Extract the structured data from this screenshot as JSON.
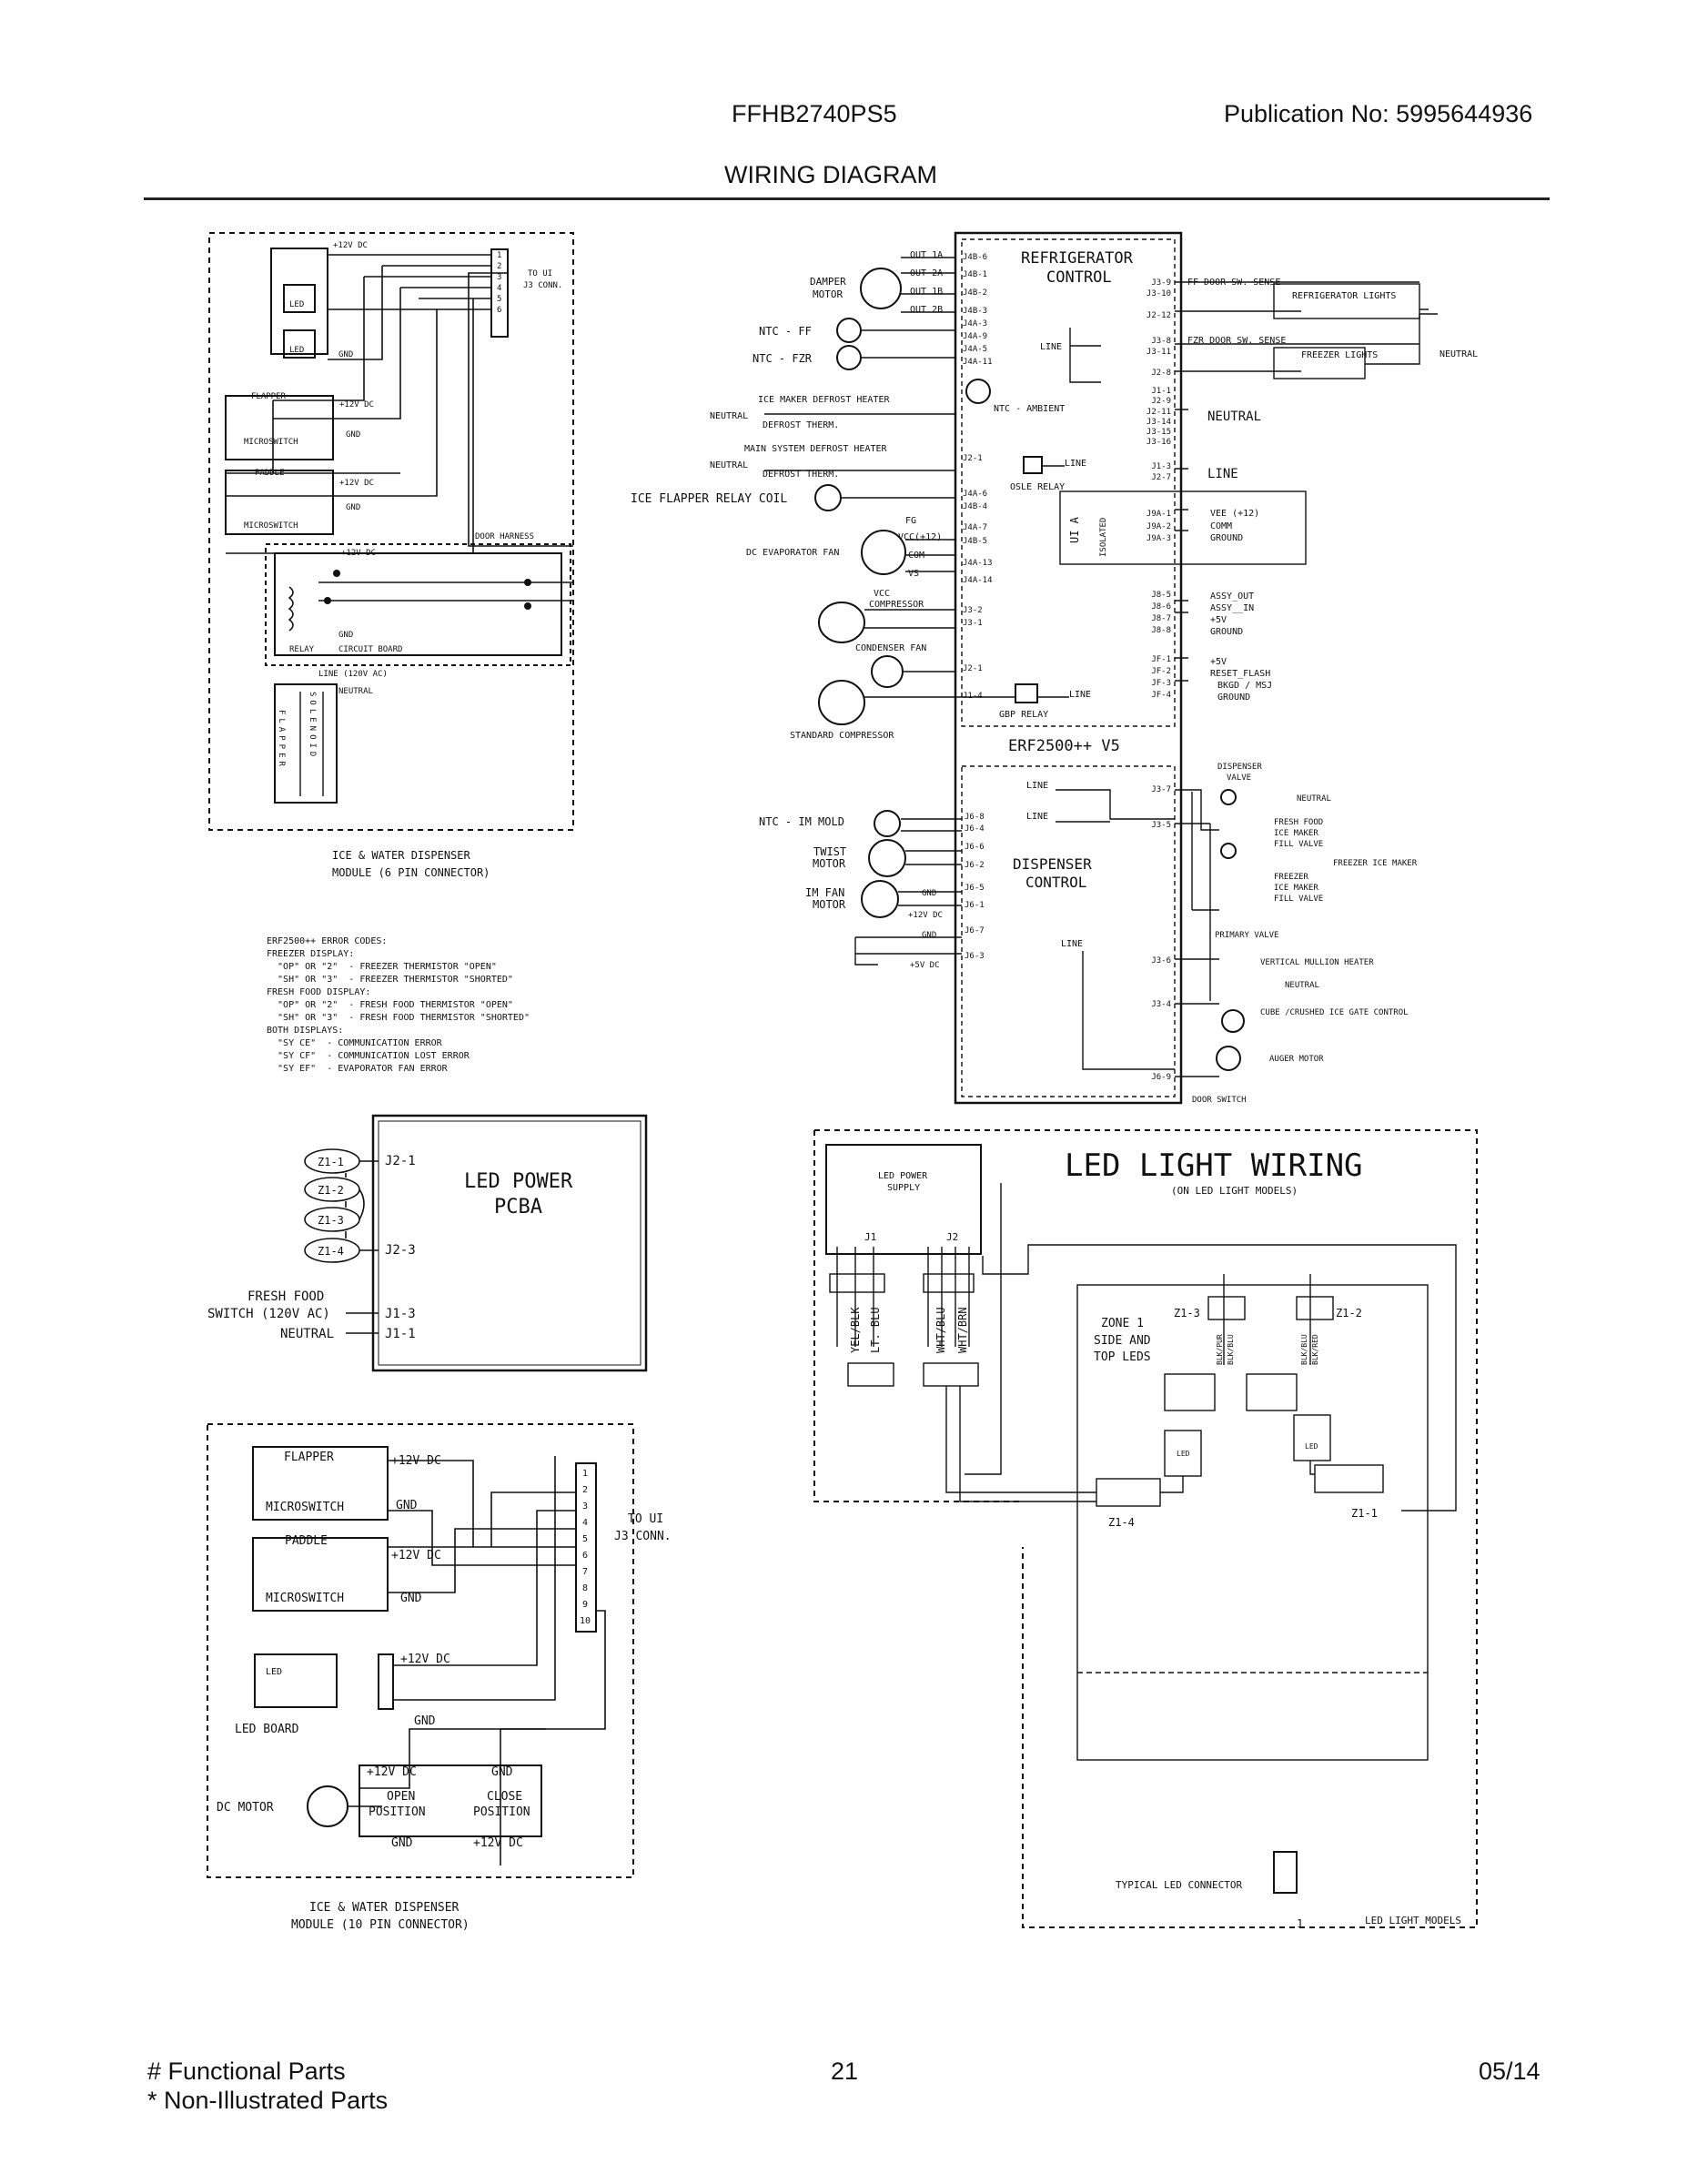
{
  "header": {
    "model": "FFHB2740PS5",
    "publication": "Publication No:  5995644936",
    "title": "WIRING DIAGRAM"
  },
  "footer": {
    "functional": "# Functional Parts",
    "non_illustrated": "* Non-Illustrated Parts",
    "page": "21",
    "date": "05/14"
  },
  "refrigerator_control": {
    "title1": "REFRIGERATOR",
    "title2": "CONTROL",
    "board": "ERF2500++ V5",
    "left_pins": [
      "J4B-6",
      "J4B-1",
      "J4B-2",
      "J4B-3",
      "J4A-3",
      "J4A-9",
      "J4A-5",
      "J4A-11",
      "J2-1",
      "J4A-6",
      "J4B-4",
      "J4A-7",
      "J4B-5",
      "J4A-13",
      "J4A-14",
      "J3-2",
      "J3-1",
      "J2-1",
      "J1-4"
    ],
    "right_pins": [
      "J3-9",
      "J3-10",
      "J2-12",
      "J3-8",
      "J3-11",
      "J2-8",
      "J1-1",
      "J2-9",
      "J2-11",
      "J3-14",
      "J3-15",
      "J3-16",
      "J1-3",
      "J2-7",
      "J9A-1",
      "J9A-2",
      "J9A-3",
      "J8-5",
      "J8-6",
      "J8-7",
      "J8-8",
      "JF-1",
      "JF-2",
      "JF-3",
      "JF-4"
    ],
    "labels": {
      "damper": "DAMPER",
      "motor": "MOTOR",
      "out1a": "OUT 1A",
      "out2a": "OUT 2A",
      "out1b": "OUT 1B",
      "out2b": "OUT 2B",
      "ntc_ff": "NTC  - FF",
      "ntc_fzr": "NTC  - FZR",
      "ntc_ambient": "NTC  - AMBIENT",
      "line": "LINE",
      "ice_maker_heater": "ICE MAKER DEFROST HEATER",
      "neutral": "NEUTRAL",
      "defrost_therm": "DEFROST THERM.",
      "main_heater": "MAIN SYSTEM DEFROST HEATER",
      "osle_relay": "OSLE RELAY",
      "flapper_relay": "ICE FLAPPER RELAY COIL",
      "dc_evap_fan": "DC EVAPORATOR FAN",
      "fg": "FG",
      "vcc12": "VCC(+12)",
      "com": "COM",
      "vs": "VS",
      "vcc_comp1": "VCC",
      "vcc_comp2": "COMPRESSOR",
      "condenser_fan": "CONDENSER FAN",
      "std_comp": "STANDARD COMPRESSOR",
      "gbp_relay": "GBP RELAY",
      "ff_door": "FF DOOR SW. SENSE",
      "fzr_door": "FZR DOOR SW. SENSE",
      "ref_lights": "REFRIGERATOR LIGHTS",
      "frz_lights": "FREEZER LIGHTS",
      "neutral2": "NEUTRAL",
      "neutral_big": "NEUTRAL",
      "line_big": "LINE",
      "uta": "UI A",
      "isolated": "ISOLATED",
      "vee": "VEE (+12)",
      "comm": "COMM",
      "ground": "GROUND",
      "assy_out": "ASSY_OUT",
      "assy_in": "ASSY__IN",
      "v5": "+5V",
      "ground2": "GROUND",
      "v5b": "+5V",
      "reset": "RESET_FLASH",
      "bkgd": "BKGD / MSJ",
      "ground3": "GROUND"
    }
  },
  "dispenser_control": {
    "title1": "DISPENSER",
    "title2": "CONTROL",
    "left_pins": [
      "J6-8",
      "J6-4",
      "J6-6",
      "J6-2",
      "J6-5",
      "J6-1",
      "J6-7",
      "J6-3"
    ],
    "right_pins": [
      "J3-7",
      "J3-5",
      "J3-6",
      "J3-4",
      "J6-9"
    ],
    "labels": {
      "ntc_im": "NTC - IM MOLD",
      "twist": "TWIST",
      "motor": "MOTOR",
      "im_fan": "IM FAN",
      "motor2": "MOTOR",
      "gnd": "GND",
      "v12": "+12V DC",
      "gnd2": "GND",
      "v5": "+5V DC",
      "line": "LINE",
      "disp_valve1": "DISPENSER",
      "disp_valve2": "VALVE",
      "neutral": "NEUTRAL",
      "ff_fill1": "FRESH FOOD",
      "ff_fill2": "ICE MAKER",
      "ff_fill3": "FILL VALVE",
      "frz_ice_maker": "FREEZER ICE MAKER",
      "frz_fill1": "FREEZER",
      "frz_fill2": "ICE MAKER",
      "frz_fill3": "FILL VALVE",
      "primary": "PRIMARY VALVE",
      "mullion": "VERTICAL MULLION HEATER",
      "neutral2": "NEUTRAL",
      "cube": "CUBE /CRUSHED ICE GATE CONTROL",
      "auger": "AUGER MOTOR",
      "door_switch": "DOOR SWITCH"
    }
  },
  "module6": {
    "title1": "ICE & WATER DISPENSER",
    "title2": "MODULE (6 PIN CONNECTOR)",
    "v12": "+12V DC",
    "to_ui": "TO UI",
    "j3conn": "J3 CONN.",
    "led": "LED",
    "gnd": "GND",
    "flapper": "FLAPPER",
    "microswitch": "MICROSWITCH",
    "paddle": "PADDLE",
    "door_harness": "DOOR HARNESS",
    "relay": "RELAY",
    "circuit_board": "CIRCUIT BOARD",
    "line120": "LINE (120V AC)",
    "neutral": "NEUTRAL",
    "flapper_v": "FLAPPER",
    "solenoid_v": "SOLENOID",
    "pins": [
      "1",
      "2",
      "3",
      "4",
      "5",
      "6"
    ]
  },
  "error_codes": [
    "ERF2500++ ERROR CODES:",
    "FREEZER DISPLAY:",
    "  \"OP\" OR \"2\"  - FREEZER THERMISTOR \"OPEN\"",
    "  \"SH\" OR \"3\"  - FREEZER THERMISTOR \"SHORTED\"",
    "FRESH FOOD DISPLAY:",
    "  \"OP\" OR \"2\"  - FRESH FOOD THERMISTOR \"OPEN\"",
    "  \"SH\" OR \"3\"  - FRESH FOOD THERMISTOR \"SHORTED\"",
    "BOTH DISPLAYS:",
    "  \"SY CE\"  - COMMUNICATION ERROR",
    "  \"SY CF\"  - COMMUNICATION LOST ERROR",
    "  \"SY EF\"  - EVAPORATOR FAN ERROR"
  ],
  "led_pcba": {
    "title1": "LED POWER",
    "title2": "PCBA",
    "zones": [
      "Z1-1",
      "Z1-2",
      "Z1-3",
      "Z1-4"
    ],
    "j21": "J2-1",
    "j23": "J2-3",
    "j13": "J1-3",
    "j11": "J1-1",
    "ff_switch1": "FRESH FOOD",
    "ff_switch2": "SWITCH (120V AC)",
    "neutral": "NEUTRAL"
  },
  "module10": {
    "title1": "ICE & WATER DISPENSER",
    "title2": "MODULE (10 PIN CONNECTOR)",
    "flapper": "FLAPPER",
    "microswitch": "MICROSWITCH",
    "paddle": "PADDLE",
    "microswitch2": "MICROSWITCH",
    "v12": "+12V DC",
    "gnd": "GND",
    "v12b": "+12V DC",
    "gnd2": "GND",
    "to_ui": "TO UI",
    "j3conn": "J3 CONN.",
    "led": "LED",
    "led_board": "LED BOARD",
    "v12c": "+12V DC",
    "gnd3": "GND",
    "dc_motor": "DC MOTOR",
    "v12d": "+12V DC",
    "gnd4": "GND",
    "open1": "OPEN",
    "open2": "POSITION",
    "close1": "CLOSE",
    "close2": "POSITION",
    "gnd5": "GND",
    "v12e": "+12V DC",
    "pins": [
      "1",
      "2",
      "3",
      "4",
      "5",
      "6",
      "7",
      "8",
      "9",
      "10"
    ]
  },
  "led_wiring": {
    "title": "LED LIGHT WIRING",
    "subtitle": "(ON LED LIGHT MODELS)",
    "supply1": "LED POWER",
    "supply2": "SUPPLY",
    "j1": "J1",
    "j2": "J2",
    "yel": "YEL/BLK",
    "ltblu": "LT. BLU",
    "wht_blu": "WHT/BLU",
    "wht_brn": "WHT/BRN",
    "zone1": "ZONE 1",
    "side1": "SIDE AND",
    "side2": "TOP LEDS",
    "z13": "Z1-3",
    "z12": "Z1-2",
    "z14": "Z1-4",
    "z11": "Z1-1",
    "blk_pur": "BLK/PUR",
    "blk_blu": "BLK/BLU",
    "blk_red": "BLK/RED",
    "typical": "TYPICAL LED CONNECTOR",
    "one": "1",
    "models": "LED LIGHT MODELS",
    "led": "LED"
  }
}
